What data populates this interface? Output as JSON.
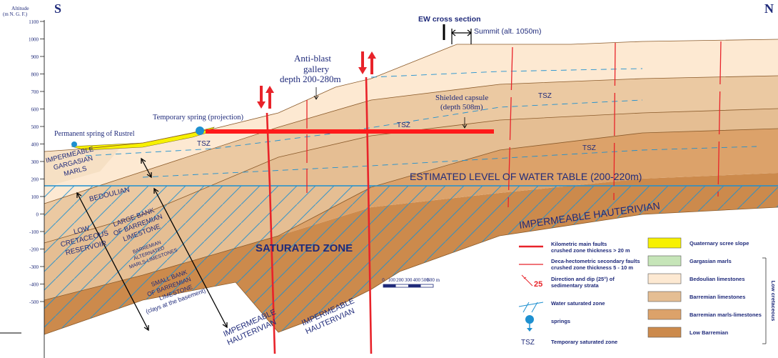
{
  "orientation": {
    "left": "S",
    "right": "N"
  },
  "altitude_axis": {
    "title_line1": "Altitude",
    "title_line2": "(m N. G. F.)",
    "ticks": [
      "1100",
      "1000",
      "900",
      "800",
      "700",
      "600",
      "500",
      "400",
      "300",
      "200",
      "100",
      "0",
      "-100",
      "-200",
      "-300",
      "-400",
      "-500"
    ]
  },
  "labels": {
    "ew_cross_section": "EW cross section",
    "summit": "Summit (alt. 1050m)",
    "anti_blast_1": "Anti-blast",
    "anti_blast_2": "gallery",
    "anti_blast_3": "depth 200-280m",
    "shielded_1": "Shielded capsule",
    "shielded_2": "(depth 508m)",
    "temp_spring": "Temporary spring (projection)",
    "perm_spring": "Permanent spring of Rustrel",
    "tsz": "TSZ",
    "water_table": "ESTIMATED LEVEL OF WATER TABLE (200-220m)",
    "imp_haut_main": "IMPERMEABLE HAUTERIVIAN",
    "imp_gargasian_1": "IMPERMEABLE",
    "imp_gargasian_2": "GARGASIAN",
    "imp_gargasian_3": "MARLS",
    "bedoulian": "BEDOULIAN",
    "low_cret_1": "LOW",
    "low_cret_2": "CRETACEOUS",
    "low_cret_3": "RESERVOIR",
    "large_bank_1": "LARGE BANK",
    "large_bank_2": "OF BARREMIAN",
    "large_bank_3": "LIMESTONE",
    "barr_alt_1": "BARREMIAN",
    "barr_alt_2": "ALTERNATED",
    "barr_alt_3": "MARLS-LIMESTONES",
    "small_bank_1": "SMALL BANK",
    "small_bank_2": "OF BARREMIAN",
    "small_bank_3": "LIMESTONE",
    "small_bank_4": "(clays at the basement)",
    "saturated_zone": "SATURATED ZONE",
    "imp_h1_1": "IMPERMEABLE",
    "imp_h1_2": "HAUTERIVIAN",
    "imp_h2_1": "IMPERMEABLE",
    "imp_h2_2": "HAUTERIVIAN"
  },
  "scale_bar": {
    "ticks": [
      "0",
      "100",
      "200",
      "300",
      "400",
      "500",
      "600 m"
    ]
  },
  "legend_left": [
    {
      "line1": "Kilometric main faults",
      "line2": "crushed zone  thickness > 20 m"
    },
    {
      "line1": "Deca-hectometric secondary faults",
      "line2": "crushed zone thickness 5 - 10 m"
    },
    {
      "line1": "Direction and dip (25°) of",
      "line2": "sedimentary strata",
      "dip": "25"
    },
    {
      "line1": "Water saturated zone",
      "line2": ""
    },
    {
      "line1": "springs",
      "line2": ""
    },
    {
      "line1": "Temporary saturated zone",
      "line2": "",
      "key": "TSZ"
    }
  ],
  "legend_right": [
    {
      "label": "Quaternary scree slope",
      "color": "#f7f100"
    },
    {
      "label": "Gargasian marls",
      "color": "#c6e5b8"
    },
    {
      "label": "Bedoulian limestones",
      "color": "#fde9d2"
    },
    {
      "label": "Barremian limestones",
      "color": "#e5be93"
    },
    {
      "label": "Barremian marls-limestones",
      "color": "#dca26a"
    },
    {
      "label": "Low Barremian",
      "color": "#cc8a4c"
    }
  ],
  "low_cretaceous": "Low cretaceous",
  "colors": {
    "fault": "#e8232a",
    "water": "#1e90d0",
    "gallery": "#ff1a1a",
    "navy": "#1f2a7a"
  }
}
